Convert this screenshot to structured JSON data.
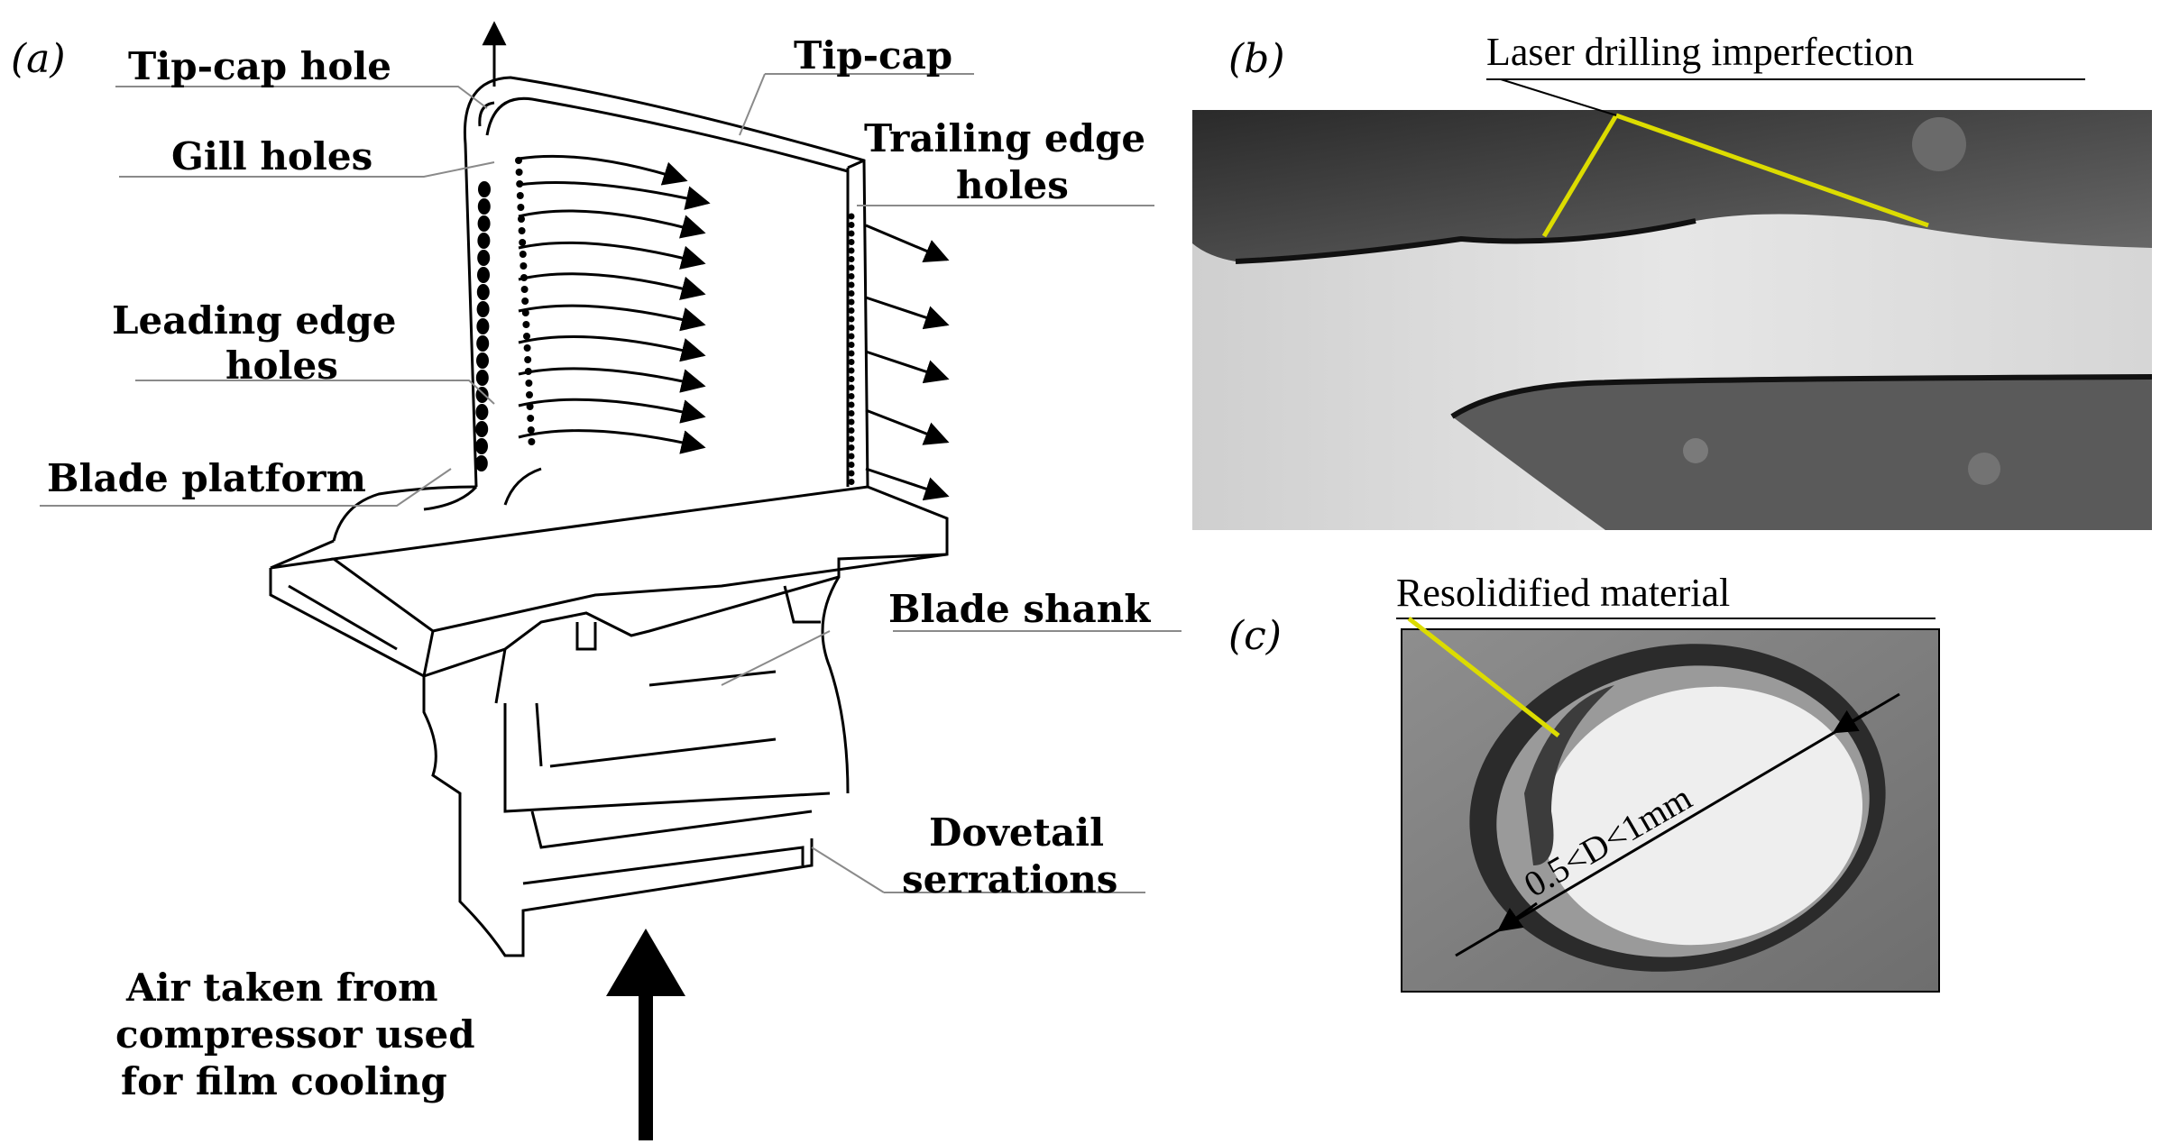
{
  "panels": {
    "a": {
      "label": "(a)",
      "callouts": {
        "tip_cap_hole": "Tip-cap hole",
        "tip_cap": "Tip-cap",
        "gill_holes": "Gill holes",
        "trailing_edge_holes": [
          "Trailing edge",
          "holes"
        ],
        "leading_edge_holes": [
          "Leading edge",
          "holes"
        ],
        "blade_platform": "Blade platform",
        "blade_shank": "Blade shank",
        "dovetail_serrations": [
          "Dovetail",
          "serrations"
        ],
        "air_supply": [
          "Air taken from",
          "compressor used",
          "for film cooling"
        ]
      }
    },
    "b": {
      "label": "(b)",
      "title": "Laser drilling imperfection"
    },
    "c": {
      "label": "(c)",
      "title": "Resolidified material",
      "dimension": "0.5<D<1mm"
    }
  },
  "colors": {
    "annotation_line": "#dcdc00",
    "drawing_ink": "#000000",
    "leader": "#8a8a8a"
  },
  "icons": [
    "airflow-arrow",
    "supply-arrow",
    "dimension-arrow"
  ]
}
